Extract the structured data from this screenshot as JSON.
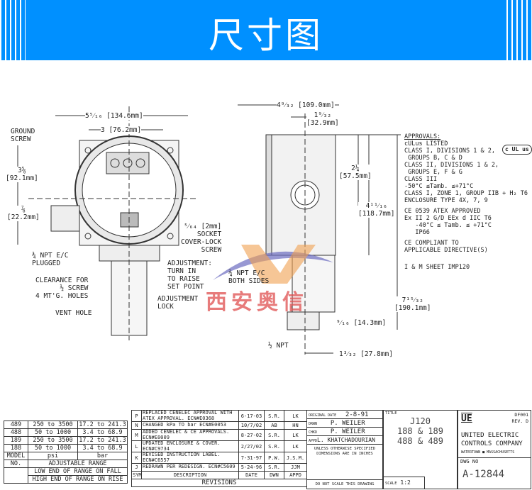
{
  "banner": {
    "title": "尺寸图",
    "color": "#0090ff"
  },
  "dimensions": {
    "overall_width": "5⁵⁄₁₆ [134.6mm]",
    "mount_width": "3 [76.2mm]",
    "height_left": "3⅝\n[92.1mm]",
    "offset_left": "⅞\n[22.2mm]",
    "depth": "4⁹⁄₃₂ [109.0mm]",
    "front_offset": "1⁹⁄₃₂\n[32.9mm]",
    "center_height": "2¼\n[57.5mm]",
    "body_height": "4¹¹⁄₁₆\n[118.7mm]",
    "overall_height": "7¹⁵⁄₃₂\n[190.1mm]",
    "hex_height": "⁹⁄₁₆ [14.3mm]",
    "port_offset": "1³⁄₃₂ [27.8mm]"
  },
  "callouts": {
    "ground_screw": "GROUND\nSCREW",
    "npt_plugged": "¾ NPT E/C\nPLUGGED",
    "clearance": "CLEARANCE FOR\n½ SCREW\n4 MT'G. HOLES",
    "vent_hole": "VENT HOLE",
    "adjustment": "ADJUSTMENT:\nTURN IN\nTO RAISE\nSET POINT",
    "adjustment_lock": "ADJUSTMENT\nLOCK",
    "socket_screw": "⁵⁄₆₄ [2mm]\nSOCKET\nCOVER-LOCK\nSCREW",
    "npt_both": "¾ NPT E/C\nBOTH SIDES",
    "npt_half": "½ NPT"
  },
  "approvals": {
    "heading": "APPROVALS:",
    "lines": [
      "cULus LISTED",
      "CLASS I, DIVISIONS 1 & 2,",
      " GROUPS B, C & D",
      "CLASS II, DIVISIONS 1 & 2,",
      " GROUPS E, F & G",
      "CLASS III",
      "-50°C ≤Tamb. ≤+71°C",
      "CLASS I, ZONE 1, GROUP IIB + H₂ T6",
      "ENCLOSURE TYPE 4X, 7, 9"
    ],
    "atex": [
      "CE 0539 ATEX APPROVED",
      "Ex II 2 G/D EEx d IIC T6",
      "   -40°C ≤ Tamb. ≤ +71°C",
      "   IP66"
    ],
    "ce": [
      "CE COMPLIANT TO",
      "APPLICABLE DIRECTIVE(S)"
    ],
    "sheet": "I & M SHEET IMP120",
    "ul_mark": "c UL us"
  },
  "watermark": "西安奥信",
  "range_table": {
    "rows": [
      [
        "489",
        "250 to 3500",
        "17.2 to 241.3"
      ],
      [
        "488",
        "50 to 1000",
        "3.4 to 68.9"
      ],
      [
        "189",
        "250 to 3500",
        "17.2 to 241.3"
      ],
      [
        "188",
        "50 to 1000",
        "3.4 to 68.9"
      ]
    ],
    "model": "MODEL",
    "no": "NO.",
    "psi": "psi",
    "bar": "bar",
    "adjustable": "ADJUSTABLE RANGE",
    "note1": "LOW END OF RANGE ON FALL",
    "note2": "HIGH END OF RANGE ON RISE"
  },
  "revisions": {
    "rows": [
      [
        "P",
        "REPLACED CENELEC APPROVAL WITH ATEX APPROVAL.  ECN#E0368",
        "6-17-03",
        "S.R.",
        "LK"
      ],
      [
        "N",
        "CHANGED kPa TO bar   ECN#E0053",
        "10/7/02",
        "AB",
        "HN"
      ],
      [
        "M",
        "ADDED CENELEC & CE APPROVALS. ECN#E0009",
        "8-27-02",
        "S.R.",
        "LK"
      ],
      [
        "L",
        "UPDATED ENCLOSURE & COVER. ECN#C9734",
        "2/27/02",
        "S.R.",
        "LK"
      ],
      [
        "K",
        "REVISED INSTRUCTION LABEL.  ECN#C6557",
        "7-31-97",
        "P.W.",
        "J.S.M."
      ],
      [
        "J",
        "REDRAWN PER REDESIGN. ECN#C5609",
        "5-24-96",
        "S.R.",
        "JJM"
      ]
    ],
    "headers": [
      "SYM",
      "DESCRIPTION",
      "DATE",
      "DWN",
      "APPD"
    ],
    "title": "REVISIONS"
  },
  "title_block": {
    "original_date_label": "ORIGINAL DATE",
    "original_date": "2-8-91",
    "drwn_label": "DRWN",
    "drwn": "P. WEILER",
    "chkd_label": "CHKD",
    "chkd": "P. WEILER",
    "appd_label": "APPD",
    "appd": "L. KHATCHADOURIAN",
    "note": "UNLESS OTHERWISE SPECIFIED\nDIMENSIONS ARE IN INCHES",
    "do_not_scale": "DO NOT SCALE THIS DRAWING",
    "title_label": "TITLE",
    "title_lines": [
      "J120",
      "188 & 189",
      "488 & 489"
    ],
    "scale_label": "SCALE",
    "scale": "1:2",
    "logo": "UE",
    "form": "DF001",
    "rev": "REV. D",
    "company1": "UNITED ELECTRIC",
    "company2": "CONTROLS COMPANY",
    "location": "WATERTOWN ■ MASSACHUSETTS",
    "dwg_label": "DWG NO",
    "dwg_no": "A-12844"
  }
}
